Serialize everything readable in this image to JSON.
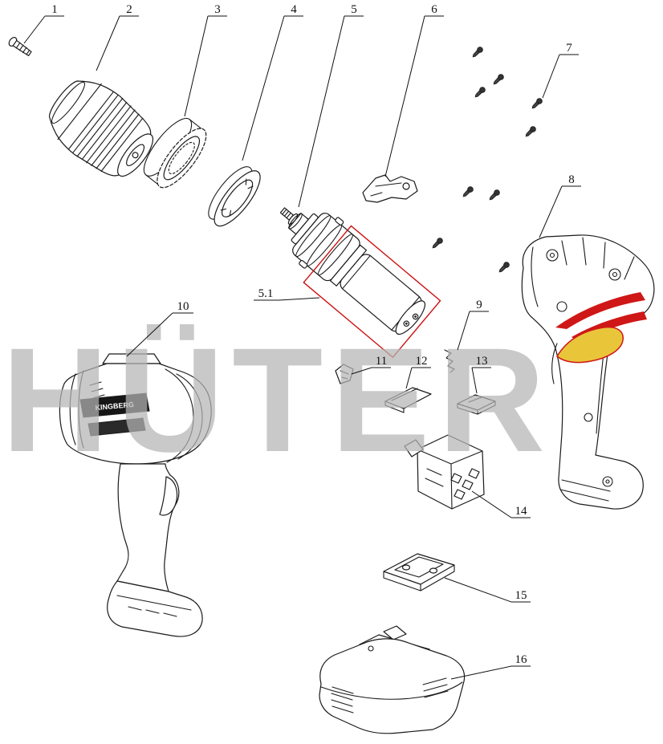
{
  "watermark": {
    "text": "HÜTER"
  },
  "brand_label": "KINGBERG",
  "colors": {
    "line": "#1a1a1a",
    "watermark_gray": "#b5b5b5",
    "highlight_box": "#cc1111",
    "logo_red": "#cf1717",
    "logo_yellow": "#e9c53a"
  },
  "parts": {
    "p1": {
      "label": "1"
    },
    "p2": {
      "label": "2"
    },
    "p3": {
      "label": "3"
    },
    "p4": {
      "label": "4"
    },
    "p5": {
      "label": "5"
    },
    "p5_1": {
      "label": "5.1"
    },
    "p6": {
      "label": "6"
    },
    "p7": {
      "label": "7"
    },
    "p8": {
      "label": "8"
    },
    "p9": {
      "label": "9"
    },
    "p10": {
      "label": "10"
    },
    "p11": {
      "label": "11"
    },
    "p12": {
      "label": "12"
    },
    "p13": {
      "label": "13"
    },
    "p14": {
      "label": "14"
    },
    "p15": {
      "label": "15"
    },
    "p16": {
      "label": "16"
    }
  }
}
